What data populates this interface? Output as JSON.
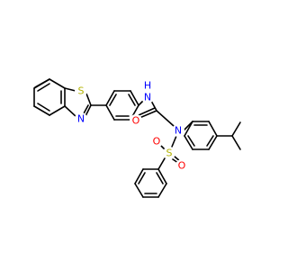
{
  "diagram": {
    "type": "chemical-structure",
    "element_colors": {
      "C": "#000000",
      "N": "#0000ff",
      "O": "#ff0000",
      "S": "#b2b200"
    },
    "atom_labels": {
      "s_thiazole": "S",
      "n_thiazole": "N",
      "nh_amide": "N",
      "h_amide": "H",
      "o_carbonyl": "O",
      "n_sulfonamide": "N",
      "s_sulfonyl": "S",
      "o_sulfonyl_1": "O",
      "o_sulfonyl_2": "O"
    }
  }
}
